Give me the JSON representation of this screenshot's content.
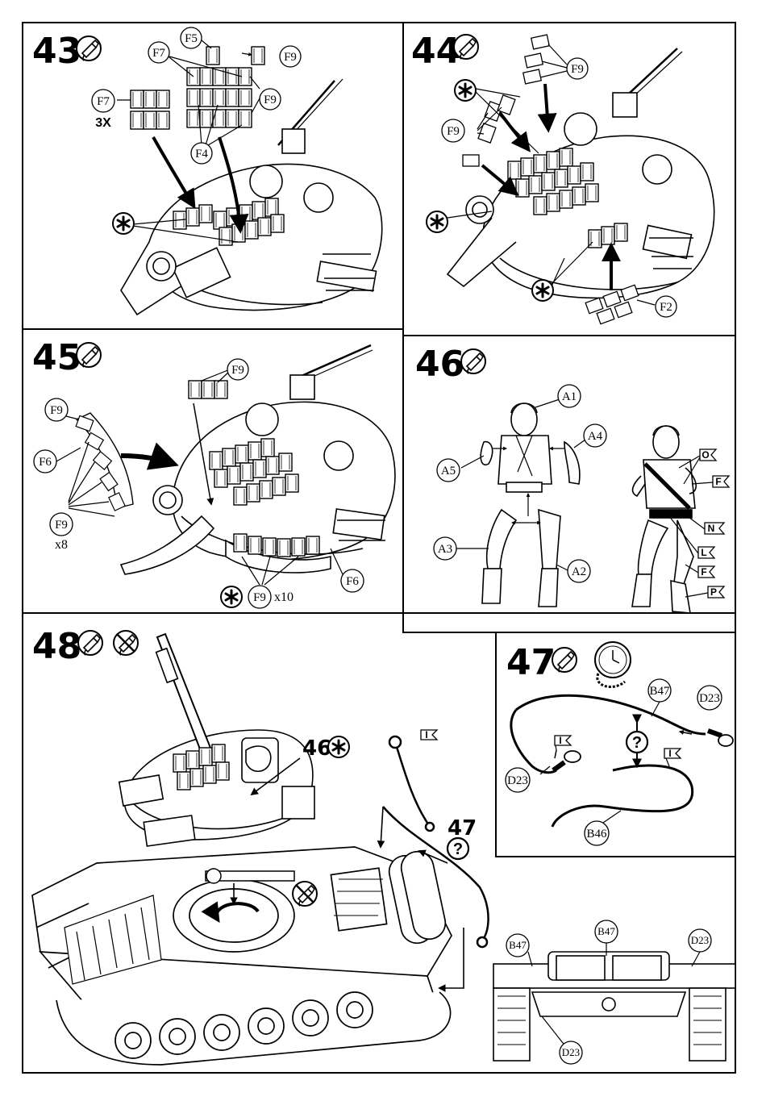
{
  "steps": {
    "s43": {
      "number": "43",
      "labels": [
        "F5",
        "F7",
        "F9",
        "F7",
        "3X",
        "F9",
        "F4"
      ]
    },
    "s44": {
      "number": "44",
      "labels": [
        "F9",
        "F9",
        "F2"
      ]
    },
    "s45": {
      "number": "45",
      "labels": [
        "F9",
        "F9",
        "F6",
        "F9",
        "x8",
        "F6",
        "F9",
        "x10"
      ]
    },
    "s46": {
      "number": "46",
      "labels": [
        "A1",
        "A4",
        "A5",
        "A3",
        "A2"
      ],
      "flags": [
        "O",
        "F",
        "N",
        "L",
        "F",
        "P"
      ]
    },
    "s47": {
      "number": "47",
      "labels": [
        "B47",
        "D23",
        "D23",
        "B46"
      ],
      "flags": [
        "I",
        "I"
      ]
    },
    "s48": {
      "number": "48",
      "callout_step": "46",
      "callout_step2": "47",
      "labels": [
        "B47",
        "B47",
        "D23",
        "D23"
      ],
      "flags": [
        "I"
      ]
    }
  },
  "icons": [
    "glue-icon",
    "no-glue-icon",
    "clock-icon",
    "asterisk-icon",
    "question-icon",
    "rotate-icon"
  ],
  "colors": {
    "ink": "#000000",
    "paper": "#ffffff"
  }
}
